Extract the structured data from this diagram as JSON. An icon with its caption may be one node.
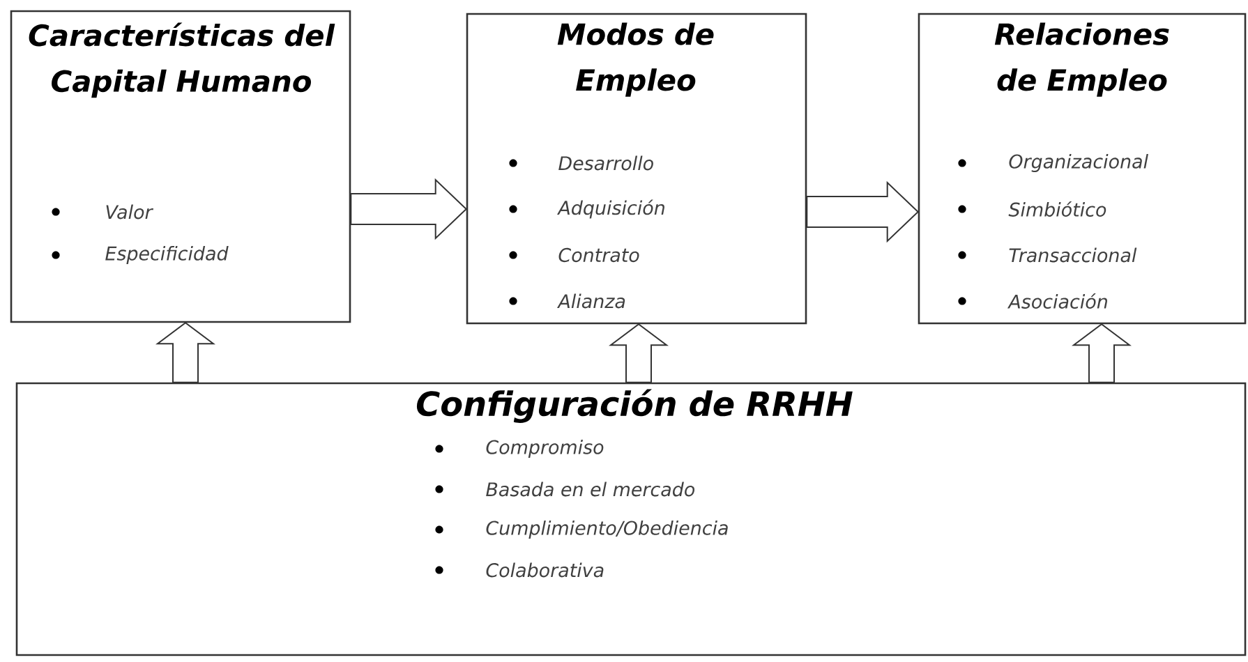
{
  "diagram": {
    "nodes": [
      {
        "text": [
          "Características del Capital Humano",
          "Valor",
          "Especificidad"
        ]
      },
      {
        "text": [
          "Modos de Empleo",
          "Desarrollo",
          "Adquisición",
          "Contrato",
          "Alianza"
        ]
      },
      {
        "text": [
          "Relaciones de Empleo",
          "Organizacional",
          "Simbiótico",
          "Transaccional",
          "Asociación"
        ]
      },
      {
        "text": [
          "Configuración de RRHH",
          "Compromiso",
          "Basada en el mercado",
          "Cumplimiento/Obediencia",
          "Colaborativa"
        ]
      }
    ],
    "edges": [
      {
        "from": 0,
        "to": 1,
        "arrow": "to"
      },
      {
        "from": 1,
        "to": 2,
        "arrow": "to"
      },
      {
        "from": 3,
        "to": 0,
        "arrow": "to"
      },
      {
        "from": 3,
        "to": 1,
        "arrow": "to"
      },
      {
        "from": 3,
        "to": 2,
        "arrow": "to"
      }
    ]
  }
}
